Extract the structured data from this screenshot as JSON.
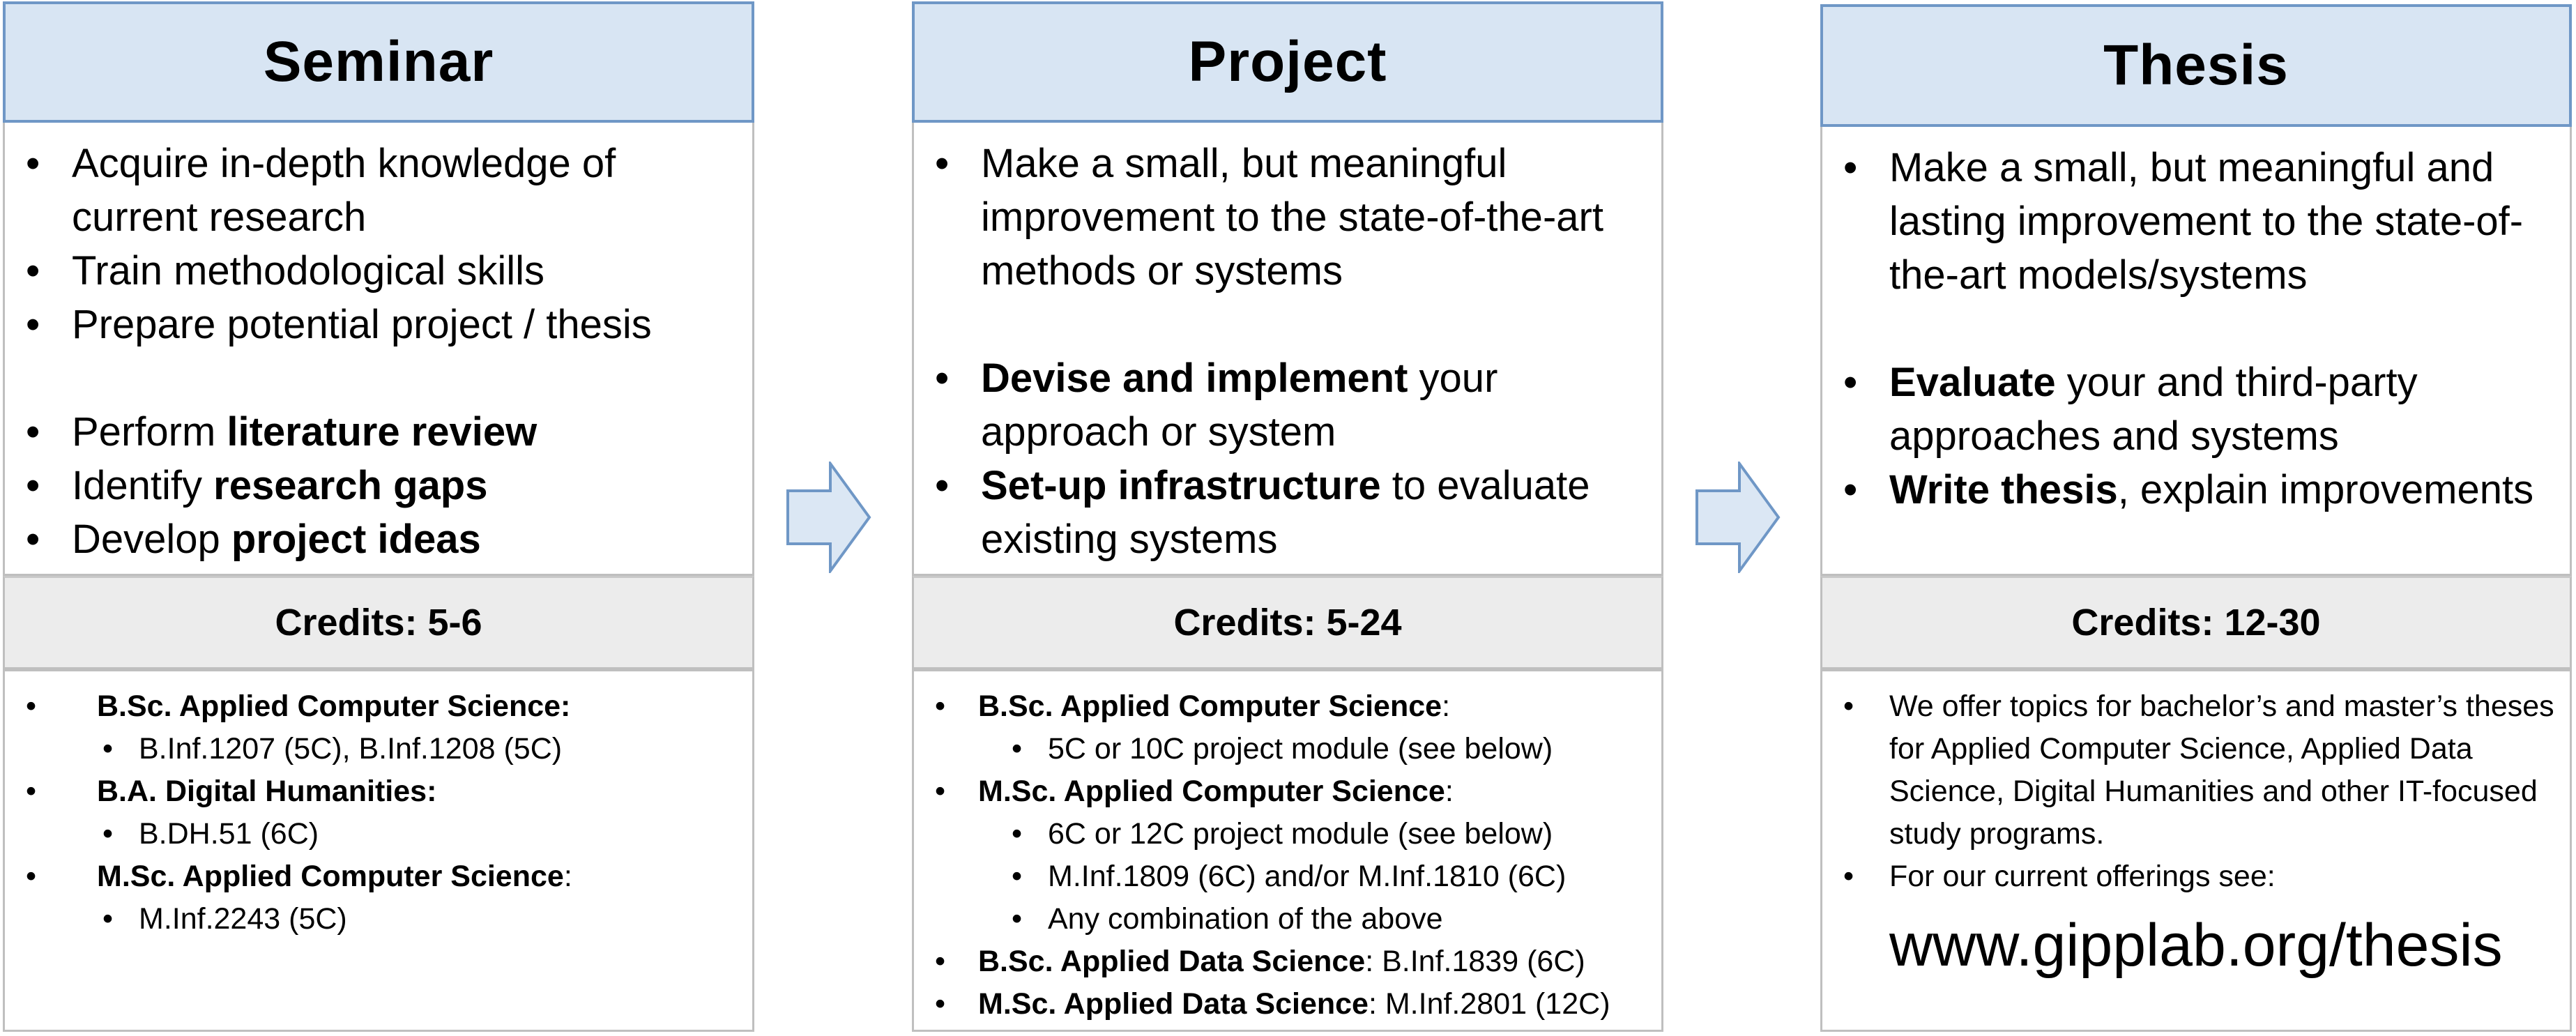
{
  "columns": [
    {
      "title": "Seminar",
      "goals": [
        {
          "segments": [
            {
              "text": "Acquire in-depth knowledge of current research",
              "bold": false
            }
          ]
        },
        {
          "segments": [
            {
              "text": "Train methodological skills",
              "bold": false
            }
          ]
        },
        {
          "segments": [
            {
              "text": "Prepare potential project / thesis",
              "bold": false
            }
          ]
        },
        {
          "segments": [
            {
              "text": "Perform ",
              "bold": false
            },
            {
              "text": "literature review",
              "bold": true
            }
          ]
        },
        {
          "segments": [
            {
              "text": "Identify ",
              "bold": false
            },
            {
              "text": "research gaps",
              "bold": true
            }
          ]
        },
        {
          "segments": [
            {
              "text": "Develop ",
              "bold": false
            },
            {
              "text": "project ideas",
              "bold": true
            }
          ]
        }
      ],
      "credits": "Credits: 5-6",
      "programs": [
        {
          "segments": [
            {
              "text": "B.Sc. Applied Computer Science:",
              "bold": true
            }
          ]
        },
        {
          "segments": [
            {
              "text": "B.Inf.1207 (5C), B.Inf.1208 (5C)",
              "bold": false
            }
          ]
        },
        {
          "segments": [
            {
              "text": "B.A. Digital Humanities:",
              "bold": true
            }
          ]
        },
        {
          "segments": [
            {
              "text": "B.DH.51 (6C)",
              "bold": false
            }
          ]
        },
        {
          "segments": [
            {
              "text": "M.Sc. Applied Computer Science",
              "bold": true
            },
            {
              "text": ":",
              "bold": false
            }
          ]
        },
        {
          "segments": [
            {
              "text": "M.Inf.2243 (5C)",
              "bold": false
            }
          ]
        }
      ]
    },
    {
      "title": "Project",
      "goals": [
        {
          "segments": [
            {
              "text": "Make a small, but meaningful improvement to the state-of-the-art methods or systems",
              "bold": false
            }
          ]
        },
        {
          "segments": [
            {
              "text": "Devise and implement",
              "bold": true
            },
            {
              "text": " your approach or system",
              "bold": false
            }
          ]
        },
        {
          "segments": [
            {
              "text": "Set-up infrastructure",
              "bold": true
            },
            {
              "text": " to evaluate existing systems",
              "bold": false
            }
          ]
        }
      ],
      "credits": "Credits: 5-24",
      "programs": [
        {
          "segments": [
            {
              "text": "B.Sc. Applied Computer Science",
              "bold": true
            },
            {
              "text": ":",
              "bold": false
            }
          ]
        },
        {
          "segments": [
            {
              "text": "5C or 10C project module (see below)",
              "bold": false
            }
          ]
        },
        {
          "segments": [
            {
              "text": "M.Sc. Applied Computer Science",
              "bold": true
            },
            {
              "text": ":",
              "bold": false
            }
          ]
        },
        {
          "segments": [
            {
              "text": "6C or 12C project module (see below)",
              "bold": false
            }
          ]
        },
        {
          "segments": [
            {
              "text": "M.Inf.1809 (6C) and/or M.Inf.1810 (6C)",
              "bold": false
            }
          ]
        },
        {
          "segments": [
            {
              "text": "Any combination of the above",
              "bold": false
            }
          ]
        },
        {
          "segments": [
            {
              "text": "B.Sc. Applied Data Science",
              "bold": true
            },
            {
              "text": ": B.Inf.1839 (6C)",
              "bold": false
            }
          ]
        },
        {
          "segments": [
            {
              "text": "M.Sc. Applied Data Science",
              "bold": true
            },
            {
              "text": ": M.Inf.2801 (12C)",
              "bold": false
            }
          ]
        }
      ]
    },
    {
      "title": "Thesis",
      "goals": [
        {
          "segments": [
            {
              "text": "Make a small, but meaningful and lasting improvement to the state-of-the-art models/systems",
              "bold": false
            }
          ]
        },
        {
          "segments": [
            {
              "text": "Evaluate",
              "bold": true
            },
            {
              "text": " your and third-party approaches and systems",
              "bold": false
            }
          ]
        },
        {
          "segments": [
            {
              "text": "Write thesis",
              "bold": true
            },
            {
              "text": ", explain improvements",
              "bold": false
            }
          ]
        }
      ],
      "credits": "Credits: 12-30",
      "programs": [
        {
          "segments": [
            {
              "text": "We offer topics for bachelor’s and master’s theses for Applied Computer Science, Applied Data Science, Digital Humanities and other IT-focused study programs.",
              "bold": false
            }
          ]
        },
        {
          "segments": [
            {
              "text": "For our current offerings see:",
              "bold": false
            }
          ]
        }
      ],
      "url": "www.gipplab.org/thesis"
    }
  ],
  "colors": {
    "header_fill": "#d8e5f3",
    "header_border": "#6f97c6",
    "credits_fill": "#ececec",
    "arrow_fill": "#dbe7f4",
    "arrow_stroke": "#6f97c6"
  },
  "icons": [
    "right-arrow-icon",
    "right-arrow-icon"
  ]
}
